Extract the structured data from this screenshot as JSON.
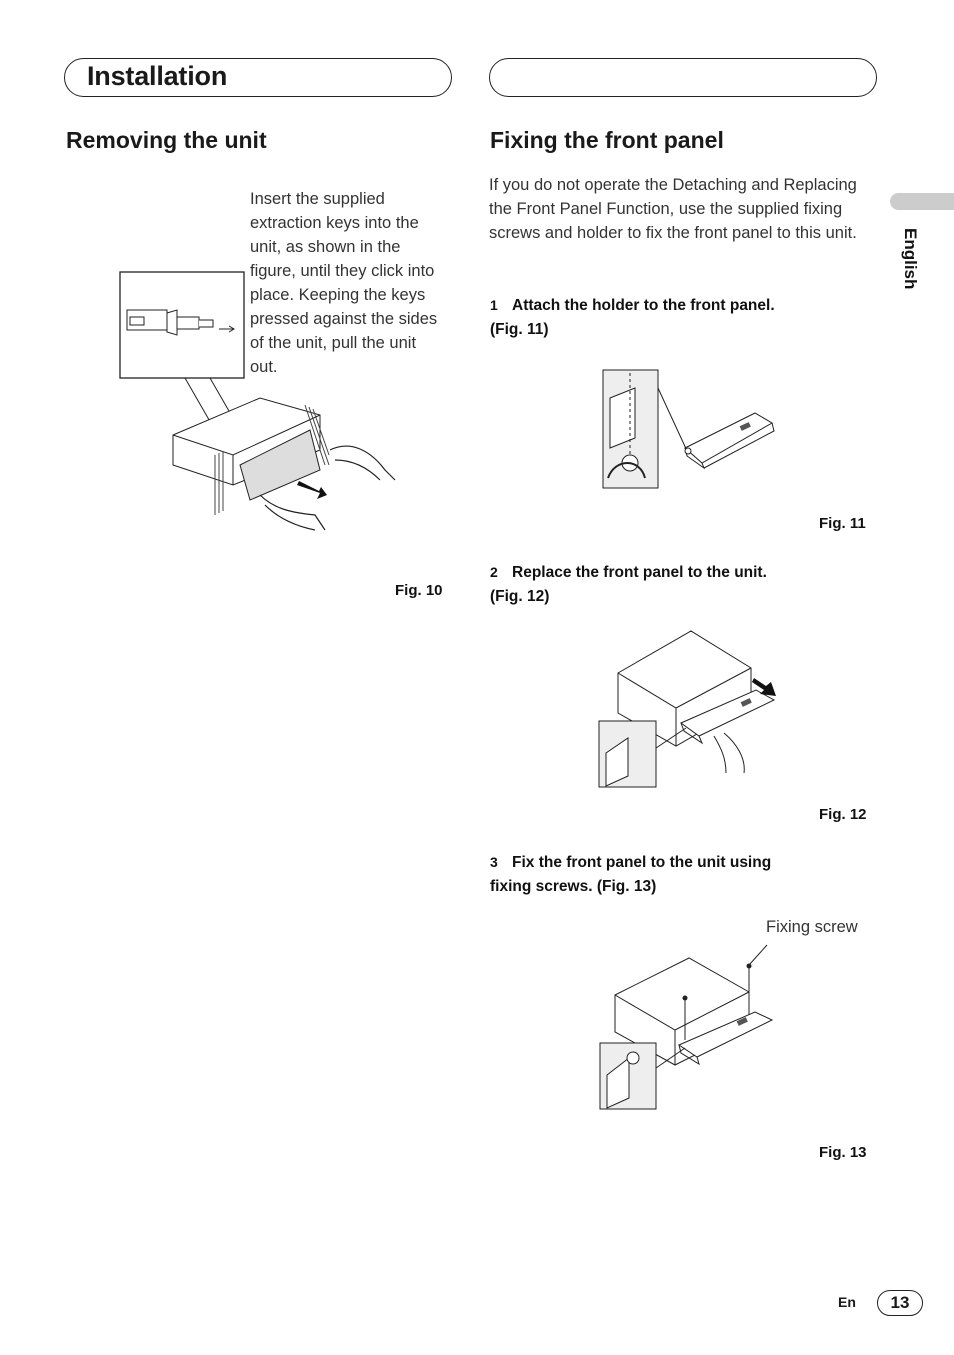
{
  "header": {
    "section_title": "Installation",
    "right_pill_text": ""
  },
  "left": {
    "heading": "Removing the unit",
    "instruction": "Insert the supplied extraction keys into the unit, as shown in the figure, until they click into place. Keeping the keys pressed against the sides of the unit, pull the unit out.",
    "fig_caption": "Fig. 10"
  },
  "right": {
    "heading": "Fixing the front panel",
    "intro": "If you do not operate the Detaching and Replacing the Front Panel Function, use the supplied fixing screws and holder to fix the front panel to this unit.",
    "steps": [
      {
        "num": "1",
        "line1": "Attach the holder to the front panel.",
        "line2": "(Fig. 11)",
        "fig_caption": "Fig. 11"
      },
      {
        "num": "2",
        "line1": "Replace the front panel to the unit.",
        "line2": "(Fig. 12)",
        "fig_caption": "Fig. 12"
      },
      {
        "num": "3",
        "line1": "Fix the front panel to the unit using",
        "line2": "fixing screws. (Fig. 13)",
        "fig_caption": "Fig. 13"
      }
    ],
    "fixing_screw_label": "Fixing screw"
  },
  "sidebar": {
    "language": "English"
  },
  "footer": {
    "lang_code": "En",
    "page_number": "13"
  }
}
